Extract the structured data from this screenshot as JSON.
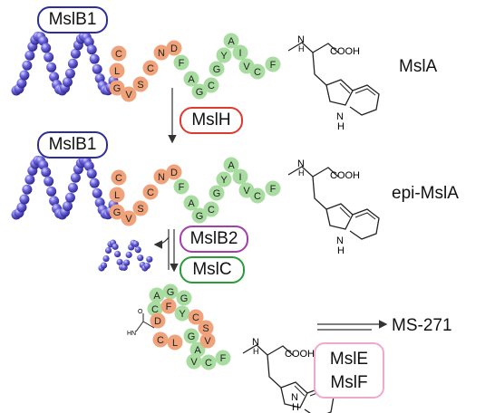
{
  "enzymes": {
    "mslb1_top": "MslB1",
    "mslb1_mid": "MslB1",
    "mslh": "MslH",
    "mslb2": "MslB2",
    "mslc": "MslC",
    "msle": "MslE",
    "mslf": "MslF"
  },
  "products": {
    "msla": "MslA",
    "epi_msla": "epi-MslA",
    "ms271": "MS-271"
  },
  "core_peptide": {
    "orange_residues": [
      "C",
      "L",
      "G",
      "V",
      "S",
      "C",
      "N",
      "D"
    ],
    "green_residues": [
      "F",
      "A",
      "G",
      "C",
      "G",
      "Y",
      "A",
      "I",
      "V",
      "C",
      "F"
    ]
  },
  "cyclic_peptide": {
    "residues": [
      "A",
      "G",
      "G",
      "C",
      "F",
      "D",
      "Y",
      "C",
      "S",
      "C",
      "L",
      "G",
      "A",
      "V",
      "V",
      "C",
      "F"
    ],
    "linker_text": "HN"
  },
  "tryptophan": {
    "nh": "N",
    "h": "H",
    "acid": "COOH",
    "ring_nh": "N",
    "ring_h": "H"
  },
  "colors": {
    "leader": "#6b63d8",
    "orange": "#f0a27a",
    "green": "#a9dca0",
    "mslb1_border": "#2e2e9a",
    "mslh_border": "#e03a2e",
    "mslb2_border": "#a040a8",
    "mslc_border": "#2a9a3a",
    "mslef_border": "#f0a8cc"
  }
}
